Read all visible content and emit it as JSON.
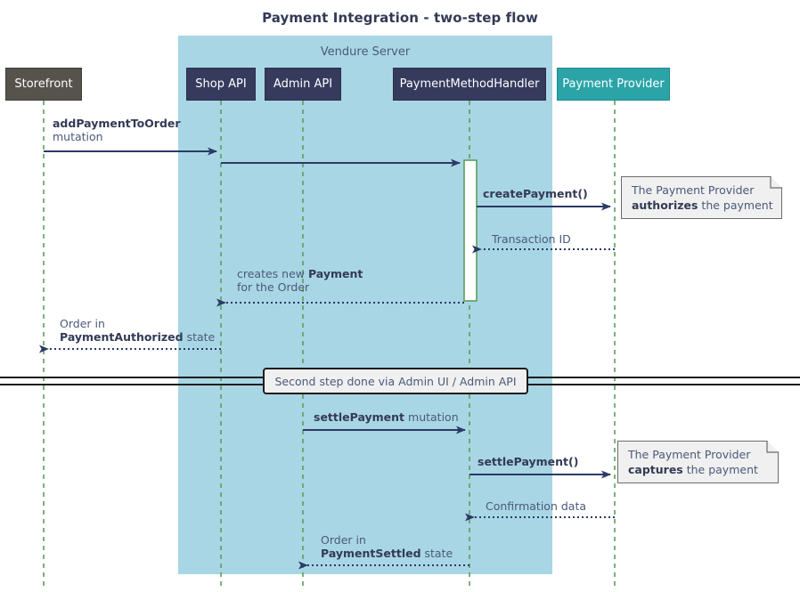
{
  "title": "Payment Integration - two-step flow",
  "colors": {
    "band": "#a9d6e5",
    "participant_dark": "#363b5e",
    "participant_gray": "#56534d",
    "participant_teal": "#2ba4a8",
    "lifeline": "#5a9e5a",
    "arrow": "#2b3a67",
    "text": "#4a5a7a",
    "note_bg": "#f0f0f0",
    "note_border": "#6b6b6b"
  },
  "group": {
    "label": "Vendure Server"
  },
  "participants": [
    {
      "id": "storefront",
      "label": "Storefront",
      "style": "gray"
    },
    {
      "id": "shop-api",
      "label": "Shop API",
      "style": "dark"
    },
    {
      "id": "admin-api",
      "label": "Admin API",
      "style": "dark"
    },
    {
      "id": "payment-method-handler",
      "label": "PaymentMethodHandler",
      "style": "dark"
    },
    {
      "id": "payment-provider",
      "label": "Payment Provider",
      "style": "teal"
    }
  ],
  "messages": [
    {
      "id": "add-payment-to-order",
      "line1_bold": "addPaymentToOrder",
      "line1_plain": "",
      "line2_bold": "",
      "line2_plain": "mutation",
      "from": "storefront",
      "to": "shop-api",
      "kind": "solid"
    },
    {
      "id": "shop-api-to-handler",
      "line1_bold": "",
      "line1_plain": "",
      "line2_bold": "",
      "line2_plain": "",
      "from": "shop-api",
      "to": "payment-method-handler",
      "kind": "solid"
    },
    {
      "id": "create-payment",
      "line1_bold": "createPayment()",
      "line1_plain": "",
      "from": "payment-method-handler",
      "to": "payment-provider",
      "kind": "solid"
    },
    {
      "id": "transaction-id",
      "line1_bold": "",
      "line1_plain": "Transaction ID",
      "from": "payment-provider",
      "to": "payment-method-handler",
      "kind": "dotted"
    },
    {
      "id": "creates-new-payment",
      "line1_plain": "creates new ",
      "line1_bold": "Payment",
      "line2_plain": "for the Order",
      "from": "payment-method-handler",
      "to": "shop-api",
      "kind": "dotted"
    },
    {
      "id": "order-payment-authorized",
      "line1_plain": "Order in",
      "line2_bold": "PaymentAuthorized",
      "line2_plain": " state",
      "from": "shop-api",
      "to": "storefront",
      "kind": "dotted"
    },
    {
      "id": "settle-payment-mutation",
      "line1_bold": "settlePayment",
      "line1_plain": " mutation",
      "from": "admin-api",
      "to": "payment-method-handler",
      "kind": "solid"
    },
    {
      "id": "settle-payment-call",
      "line1_bold": "settlePayment()",
      "from": "payment-method-handler",
      "to": "payment-provider",
      "kind": "solid"
    },
    {
      "id": "confirmation-data",
      "line1_plain": "Confirmation data",
      "from": "payment-provider",
      "to": "payment-method-handler",
      "kind": "dotted"
    },
    {
      "id": "order-payment-settled",
      "line1_plain": "Order in",
      "line2_bold": "PaymentSettled",
      "line2_plain": " state",
      "from": "payment-method-handler",
      "to": "admin-api",
      "kind": "dotted"
    }
  ],
  "notes": [
    {
      "id": "note-authorizes",
      "line1": "The Payment Provider",
      "line2_bold": "authorizes",
      "line2_plain": " the payment"
    },
    {
      "id": "note-captures",
      "line1": "The Payment Provider",
      "line2_bold": "captures",
      "line2_plain": " the payment"
    }
  ],
  "divider": {
    "label": "Second step done via Admin UI / Admin API"
  }
}
